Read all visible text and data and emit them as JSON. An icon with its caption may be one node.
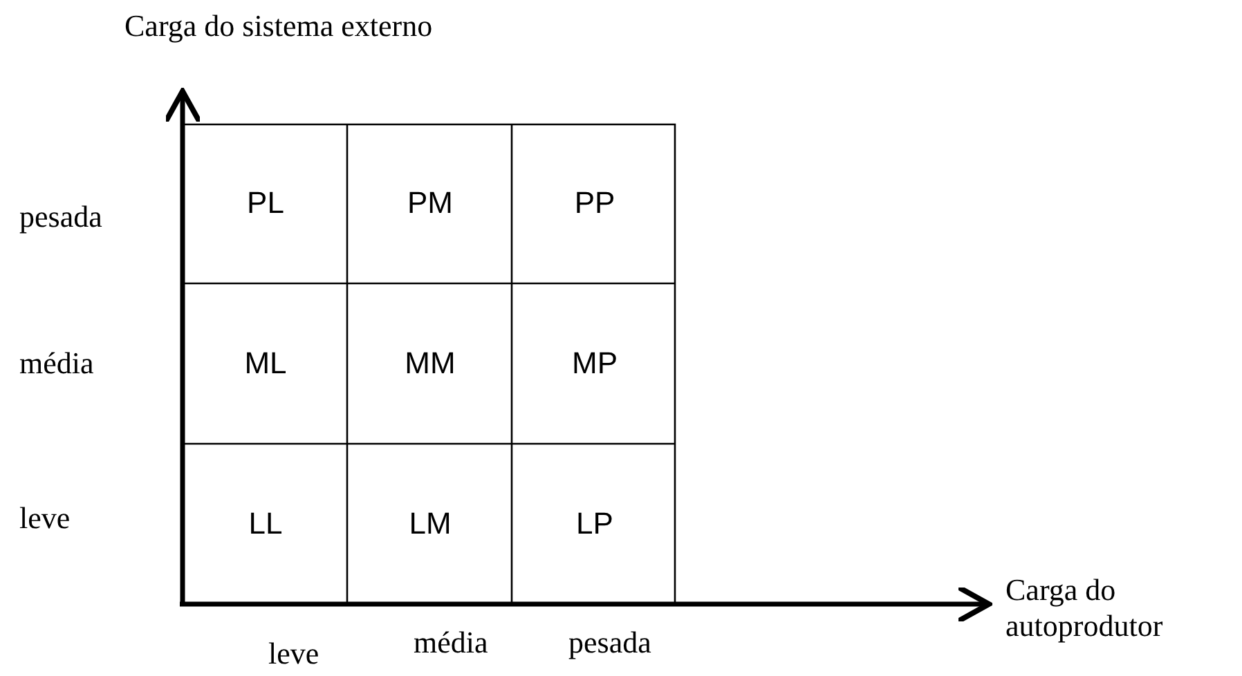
{
  "diagram": {
    "labels": [
      "Carga do sistema externo",
      "pesada",
      "PL",
      "PM",
      "PP",
      "média",
      "ML",
      "MM",
      "MP",
      "leve",
      "LL",
      "LM",
      "LP",
      "Carga do autoprodutor",
      "leve",
      "média",
      "pesada"
    ]
  }
}
